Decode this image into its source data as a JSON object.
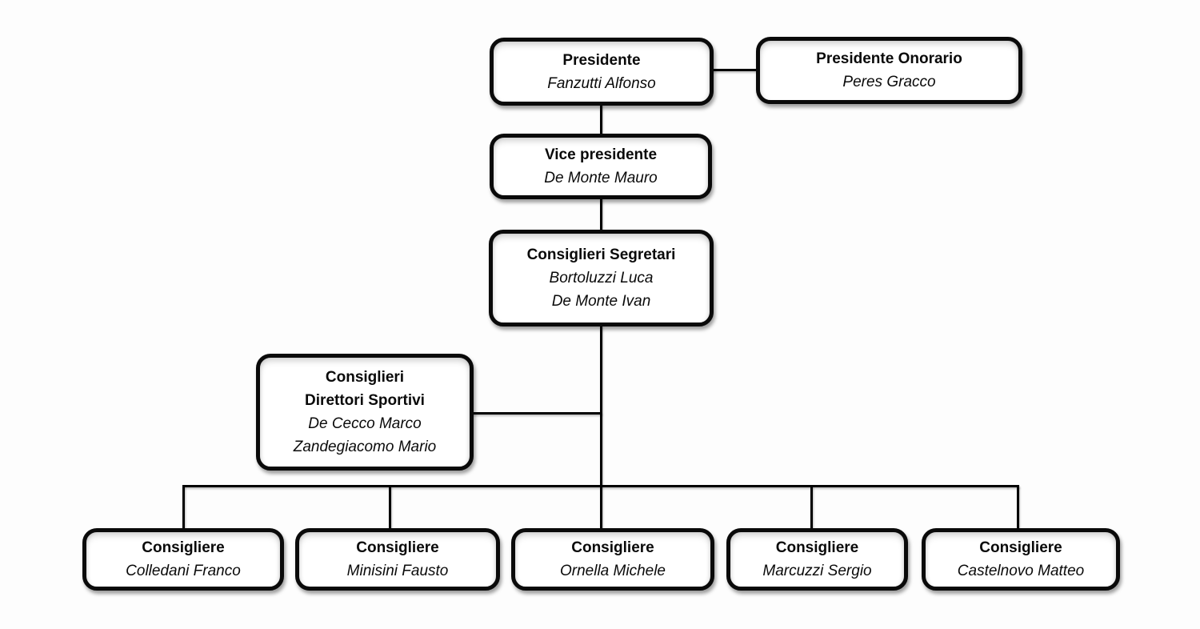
{
  "org_chart": {
    "colors": {
      "background": "#fdfdfd",
      "box_fill": "#ffffff",
      "box_border": "#0a0a0a",
      "connector": "#000000",
      "text": "#0a0a0a"
    },
    "nodes": {
      "presidente": {
        "title": "Presidente",
        "name": "Fanzutti Alfonso"
      },
      "presidente_onorario": {
        "title": "Presidente Onorario",
        "name": "Peres Gracco"
      },
      "vice_presidente": {
        "title": "Vice presidente",
        "name": "De Monte Mauro"
      },
      "consiglieri_segretari": {
        "title": "Consiglieri Segretari",
        "names": [
          "Bortoluzzi Luca",
          "De Monte Ivan"
        ]
      },
      "consiglieri_direttori_sportivi": {
        "title_lines": [
          "Consiglieri",
          "Direttori Sportivi"
        ],
        "names": [
          "De Cecco Marco",
          "Zandegiacomo Mario"
        ]
      },
      "consigliere_1": {
        "title": "Consigliere",
        "name": "Colledani Franco"
      },
      "consigliere_2": {
        "title": "Consigliere",
        "name": "Minisini Fausto"
      },
      "consigliere_3": {
        "title": "Consigliere",
        "name": "Ornella Michele"
      },
      "consigliere_4": {
        "title": "Consigliere",
        "name": "Marcuzzi Sergio"
      },
      "consigliere_5": {
        "title": "Consigliere",
        "name": "Castelnovo Matteo"
      }
    },
    "edges": [
      [
        "presidente",
        "presidente_onorario"
      ],
      [
        "presidente",
        "vice_presidente"
      ],
      [
        "vice_presidente",
        "consiglieri_segretari"
      ],
      [
        "consiglieri_segretari",
        "consiglieri_direttori_sportivi"
      ],
      [
        "consiglieri_segretari",
        "consigliere_1"
      ],
      [
        "consiglieri_segretari",
        "consigliere_2"
      ],
      [
        "consiglieri_segretari",
        "consigliere_3"
      ],
      [
        "consiglieri_segretari",
        "consigliere_4"
      ],
      [
        "consiglieri_segretari",
        "consigliere_5"
      ]
    ]
  }
}
